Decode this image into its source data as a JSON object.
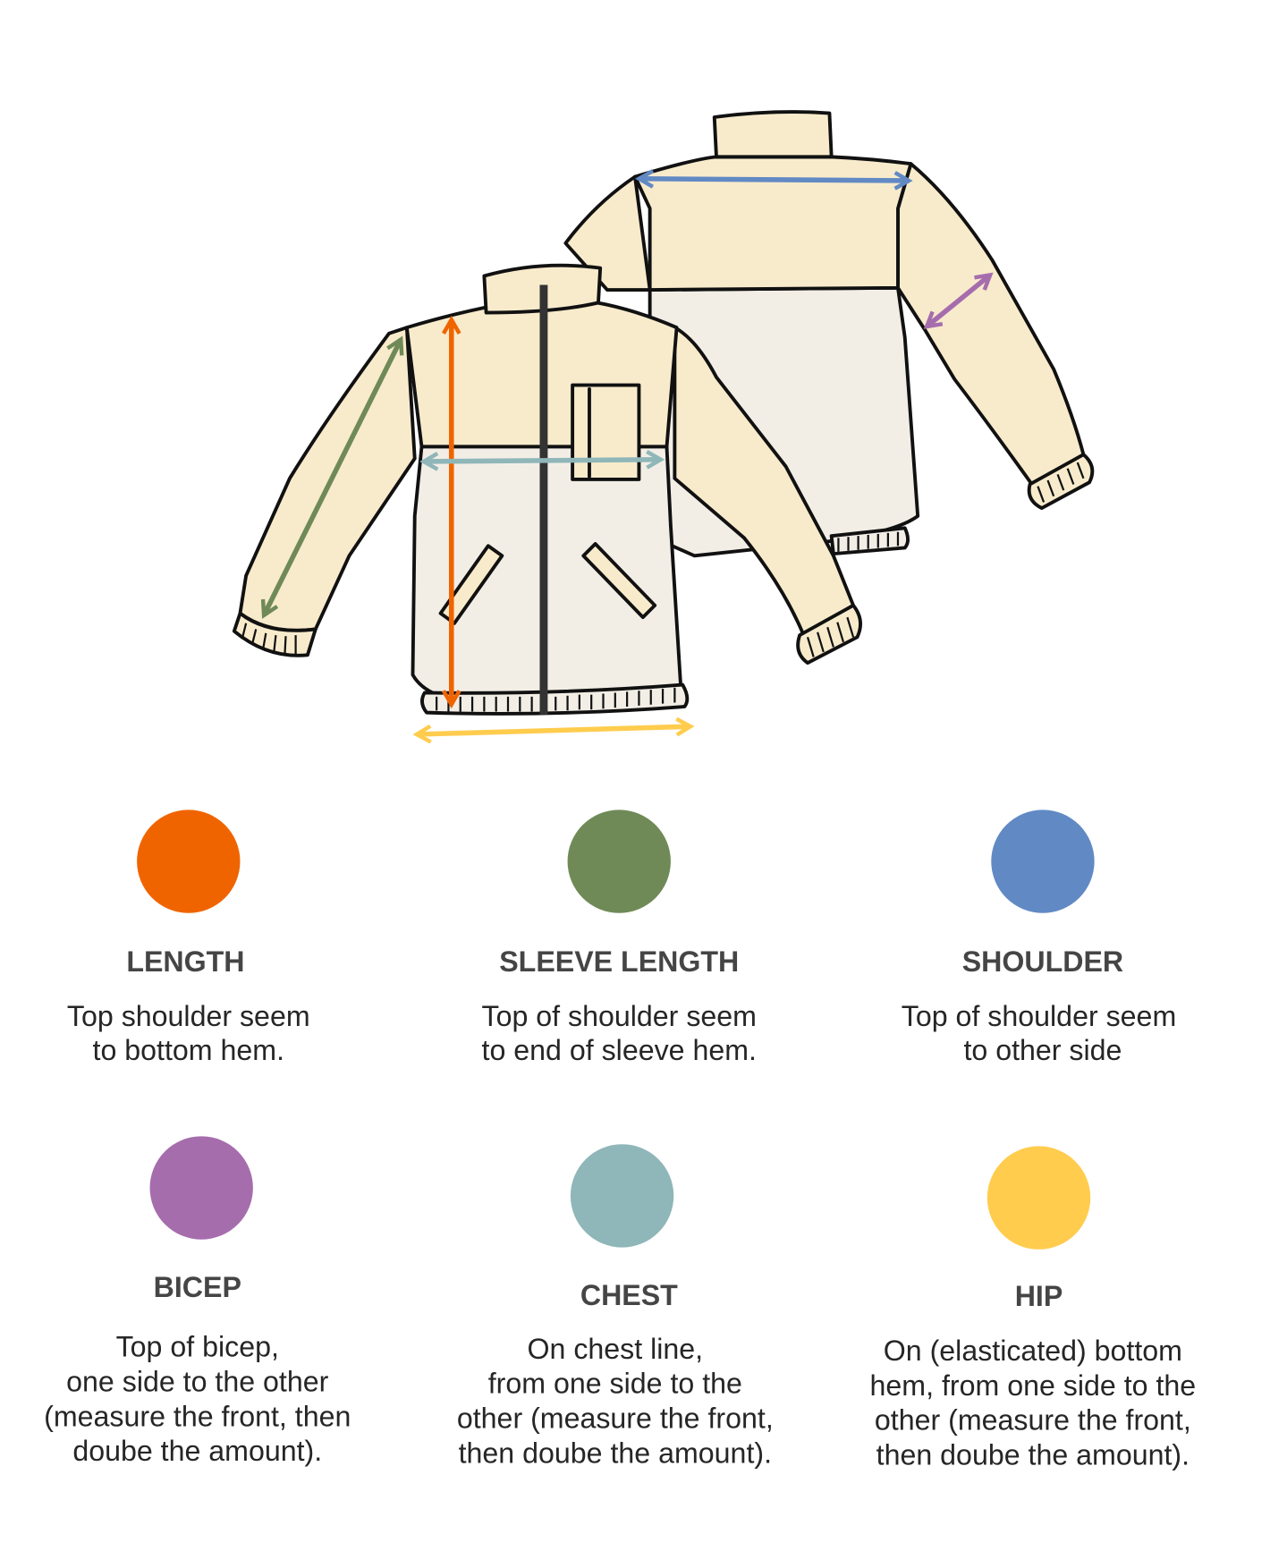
{
  "colors": {
    "length": "#f06400",
    "sleeve_length": "#6f8a57",
    "shoulder": "#6189c4",
    "bicep": "#a66dad",
    "chest": "#8fb6b8",
    "hip": "#ffcc4d"
  },
  "legend": [
    {
      "key": "length",
      "title": "LENGTH",
      "lines": [
        "Top shoulder seem",
        "to bottom hem."
      ]
    },
    {
      "key": "sleeve_length",
      "title": "SLEEVE LENGTH",
      "lines": [
        "Top of shoulder seem",
        "to end of sleeve hem."
      ]
    },
    {
      "key": "shoulder",
      "title": "SHOULDER",
      "lines": [
        "Top of shoulder seem",
        "to other side"
      ]
    },
    {
      "key": "bicep",
      "title": "BICEP",
      "lines": [
        "Top of bicep,",
        "one side to the other",
        "(measure the front, then",
        "doube the amount)."
      ]
    },
    {
      "key": "chest",
      "title": "CHEST",
      "lines": [
        "On chest line,",
        "from one side to the",
        "other (measure the front,",
        "then doube the amount)."
      ]
    },
    {
      "key": "hip",
      "title": "HIP",
      "lines": [
        "On (elasticated) bottom",
        "hem, from one side to the",
        "other (measure the front,",
        "then doube the amount)."
      ]
    }
  ]
}
